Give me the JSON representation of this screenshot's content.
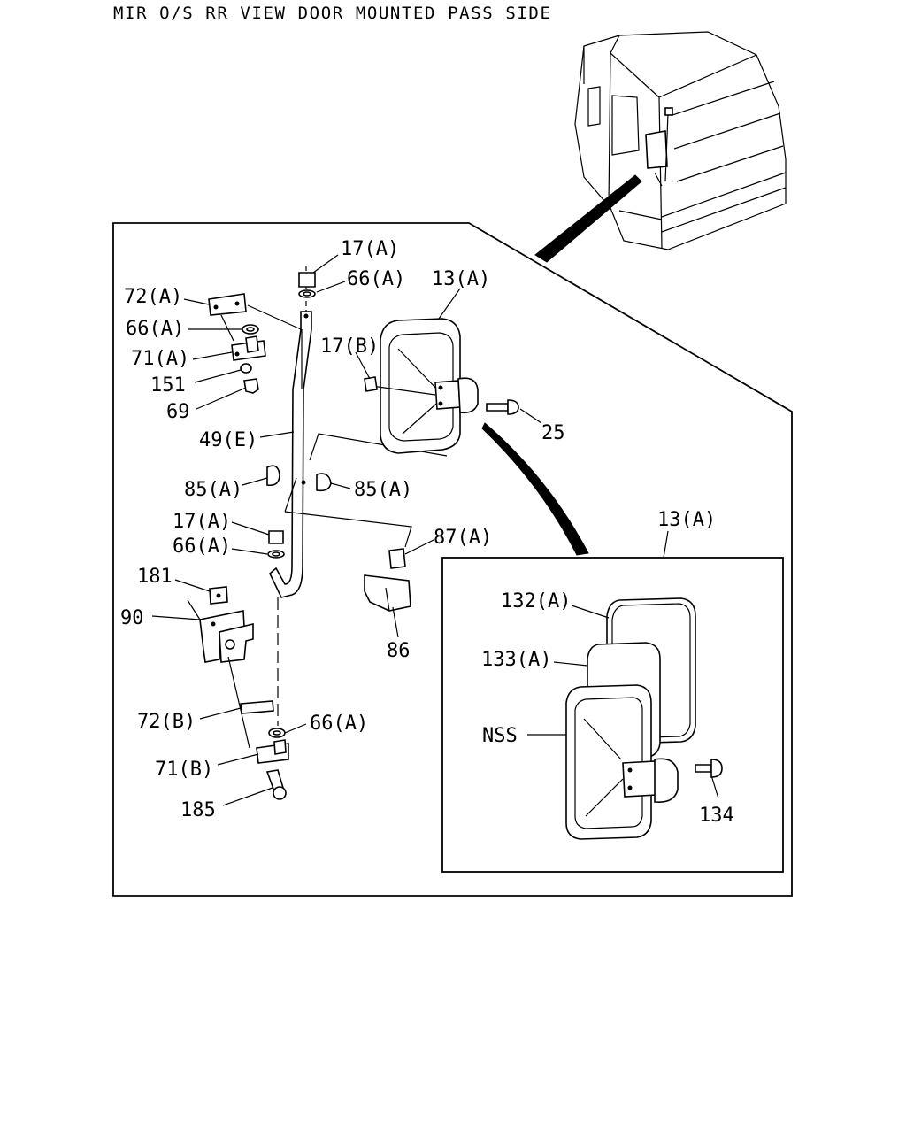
{
  "title": "MIR O/S RR VIEW DOOR MOUNTED PASS SIDE",
  "labels": {
    "l17a_top": "17(A)",
    "l66a_top": "66(A)",
    "l13a": "13(A)",
    "l72a": "72(A)",
    "l66a_left": "66(A)",
    "l17b": "17(B)",
    "l71a": "71(A)",
    "l151": "151",
    "l69": "69",
    "l25": "25",
    "l49e": "49(E)",
    "l85a_left": "85(A)",
    "l85a_right": "85(A)",
    "l17a_mid": "17(A)",
    "l66a_mid": "66(A)",
    "l87a": "87(A)",
    "l13a_detail": "13(A)",
    "l181": "181",
    "l90": "90",
    "l132a": "132(A)",
    "l86": "86",
    "l133a": "133(A)",
    "l72b": "72(B)",
    "l66a_low": "66(A)",
    "lnss": "NSS",
    "l71b": "71(B)",
    "l134": "134",
    "l185": "185"
  }
}
